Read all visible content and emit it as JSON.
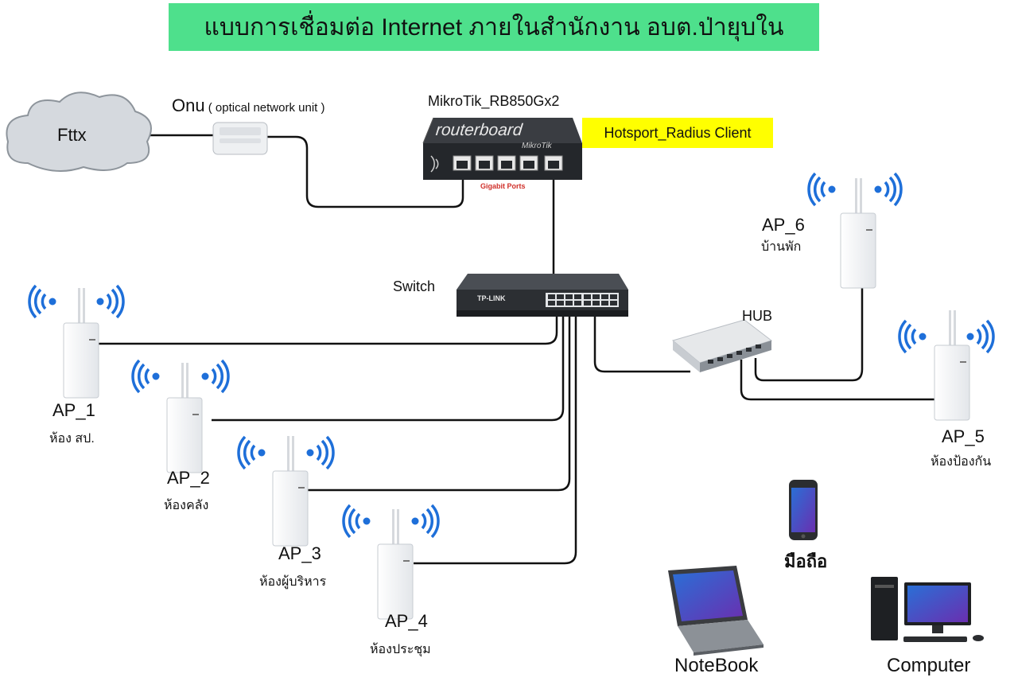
{
  "title": "แบบการเชื่อมต่อ Internet ภายในสำนักงาน อบต.ป่ายุบใน",
  "devices": {
    "cloud": "Fttx",
    "onu": {
      "name": "Onu",
      "desc": " ( optical network unit )"
    },
    "router": {
      "name": "MikroTik_RB850Gx2",
      "brand_text": "routerboard",
      "sub_brand": "MikroTik",
      "ports_label": "Gigabit Ports"
    },
    "hotspot": "Hotsport_Radius Client",
    "switch": {
      "name": "Switch",
      "brand": "TP-LINK"
    },
    "hub": "HUB",
    "mobile": "มือถือ",
    "notebook": "NoteBook",
    "computer": "Computer"
  },
  "access_points": [
    {
      "id": "AP_1",
      "location": "ห้อง สป."
    },
    {
      "id": "AP_2",
      "location": "ห้องคลัง"
    },
    {
      "id": "AP_3",
      "location": "ห้องผู้บริหาร"
    },
    {
      "id": "AP_4",
      "location": "ห้องประชุม"
    },
    {
      "id": "AP_5",
      "location": "ห้องป้องกัน"
    },
    {
      "id": "AP_6",
      "location": "บ้านพัก"
    }
  ],
  "colors": {
    "banner": "#4ee08c",
    "hotspot": "#ffff00",
    "wifi": "#1e6fd9",
    "cable": "#111111"
  }
}
